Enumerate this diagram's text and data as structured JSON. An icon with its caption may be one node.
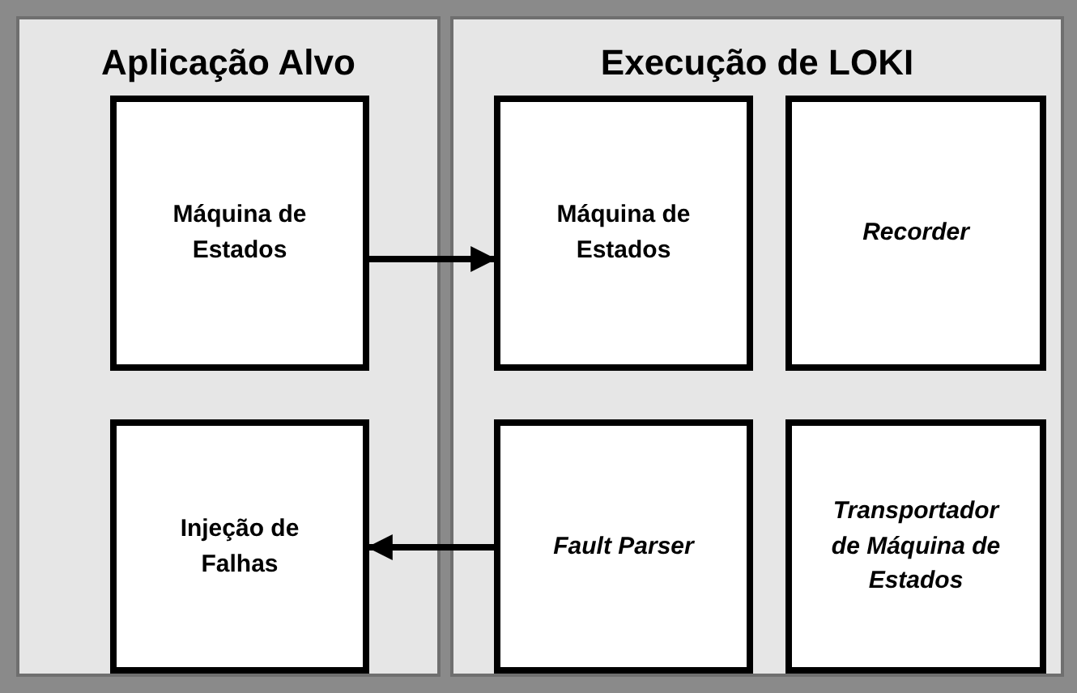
{
  "diagram": {
    "nodes": [
      {
        "text": [
          "Aplicação Alvo"
        ]
      },
      {
        "text": [
          "Máquina de Estados"
        ],
        "in": 0
      },
      {
        "text": [
          "Injeção de Falhas"
        ],
        "in": 0
      },
      {
        "text": [
          "Execução de LOKI"
        ]
      },
      {
        "text": [
          "Máquina de Estados"
        ],
        "in": 3
      },
      {
        "text": [
          "Recorder"
        ],
        "in": 3
      },
      {
        "text": [
          "Fault Parser"
        ],
        "in": 3
      },
      {
        "text": [
          "Transportador de Máquina de Estados"
        ],
        "in": 3
      }
    ],
    "edges": [
      {
        "from": 1,
        "to": 4,
        "arrow": "to"
      },
      {
        "from": 6,
        "to": 2,
        "arrow": "to"
      }
    ]
  }
}
